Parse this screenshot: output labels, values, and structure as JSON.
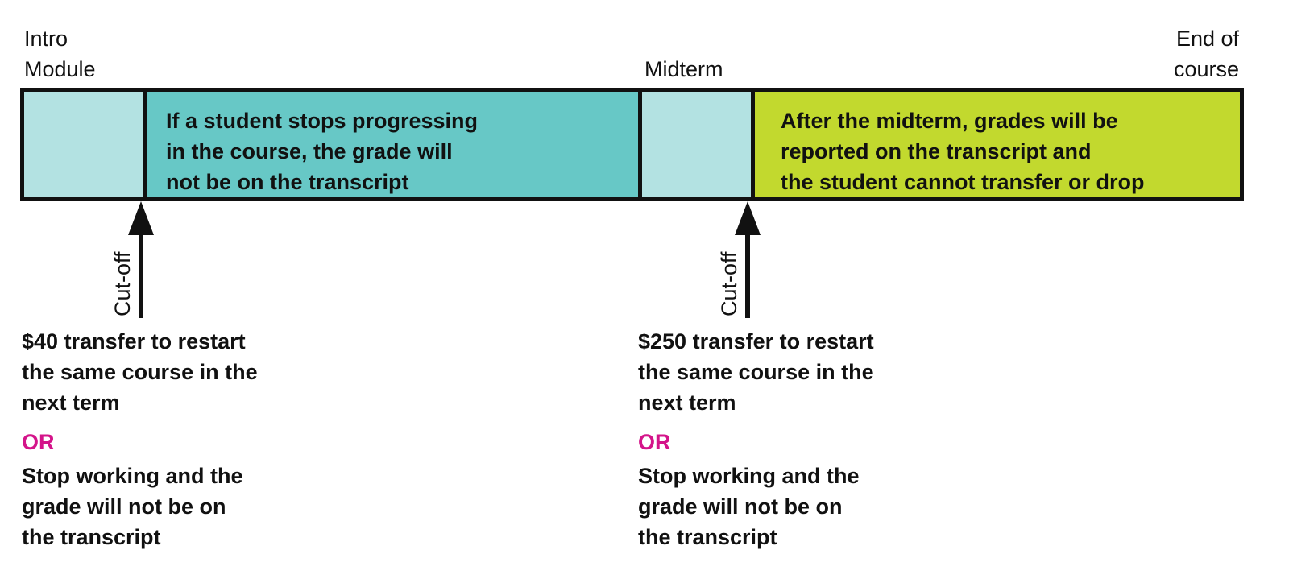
{
  "labels": {
    "intro": "Intro\nModule",
    "midterm": "Midterm",
    "end": "End of\ncourse"
  },
  "segments": {
    "before_midterm": "If a student stops progressing\nin the course, the grade will\nnot be on the transcript",
    "after_midterm": "After the midterm, grades will be\nreported on the transcript and\nthe student cannot transfer or drop"
  },
  "cutoffs": [
    {
      "label": "Cut-off",
      "price": "$40",
      "transfer_text": " transfer to restart\nthe same course in the\nnext term",
      "or_text": "OR",
      "stop_text": "Stop working and the\ngrade will not be on\nthe transcript"
    },
    {
      "label": "Cut-off",
      "price": "$250",
      "transfer_text": " transfer to restart\nthe same course in the\nnext term",
      "or_text": "OR",
      "stop_text": "Stop working and the\ngrade will not be on\nthe transcript"
    }
  ],
  "colors": {
    "light_teal": "#b3e2e2",
    "teal": "#67c8c6",
    "lime": "#c2d92e",
    "or_magenta": "#d4148a",
    "border": "#111111"
  }
}
